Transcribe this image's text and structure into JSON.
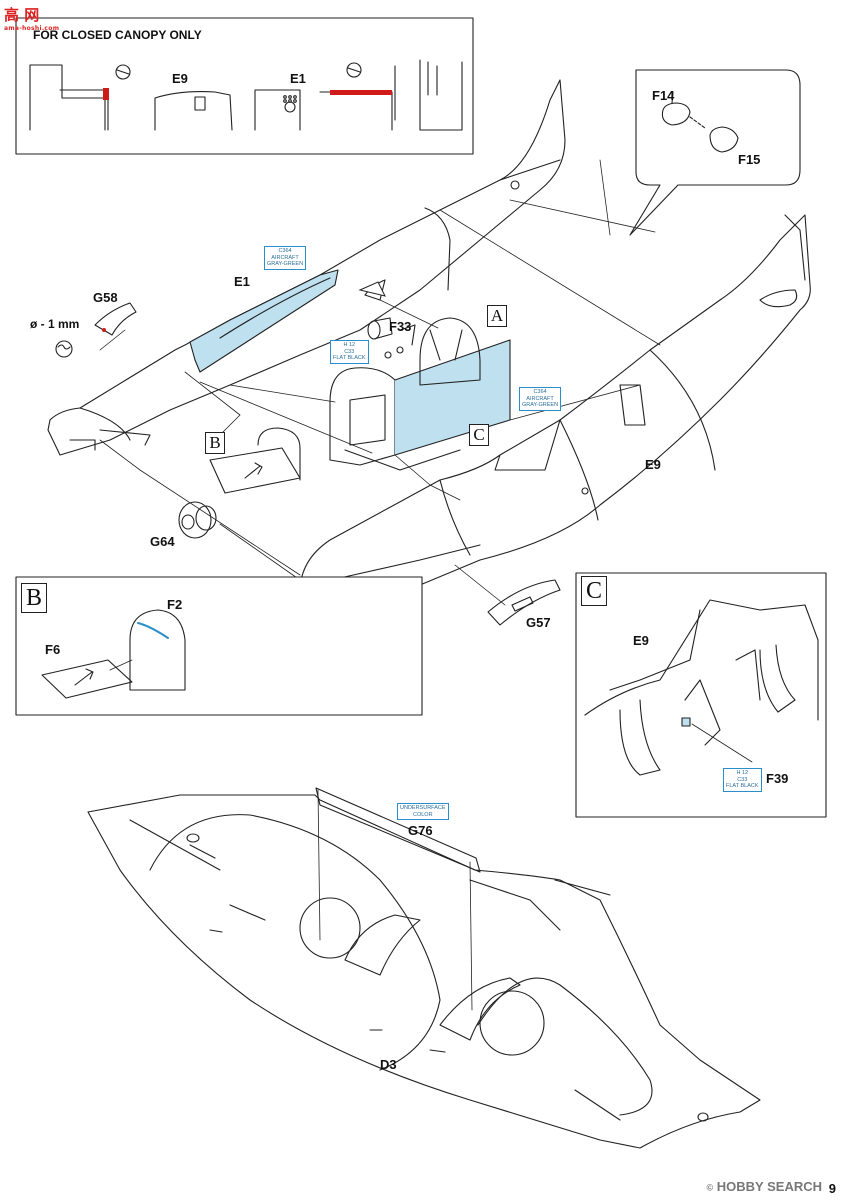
{
  "header": {
    "note": "FOR CLOSED CANOPY ONLY",
    "watermark_left": "高 网",
    "watermark_left_sub": "ama-hoshi.com"
  },
  "parts": {
    "E9": "E9",
    "E1": "E1",
    "F14": "F14",
    "F15": "F15",
    "G58": "G58",
    "F33": "F33",
    "G64": "G64",
    "G57": "G57",
    "F2": "F2",
    "F6": "F6",
    "F39": "F39",
    "G76": "G76",
    "D3": "D3"
  },
  "drill_note": "ø - 1 mm",
  "callouts": {
    "A": "A",
    "B": "B",
    "C": "C"
  },
  "paints": {
    "p1": [
      "C364",
      "AIRCRAFT",
      "GRAY-GREEN"
    ],
    "p2": [
      "H 12",
      "C33",
      "FLAT BLACK"
    ],
    "p3": [
      "C364",
      "AIRCRAFT",
      "GRAY-GREEN"
    ],
    "p4": [
      "H 12",
      "C33",
      "FLAT BLACK"
    ],
    "p5": [
      "UNDERSURFACE",
      "COLOR"
    ]
  },
  "footer": {
    "brand": "HOBBY SEARCH",
    "page": "9"
  },
  "colors": {
    "cockpit_fill": "#bfe0ef",
    "highlight": "#d11b1b",
    "paint_box": "#2a8fc9"
  }
}
